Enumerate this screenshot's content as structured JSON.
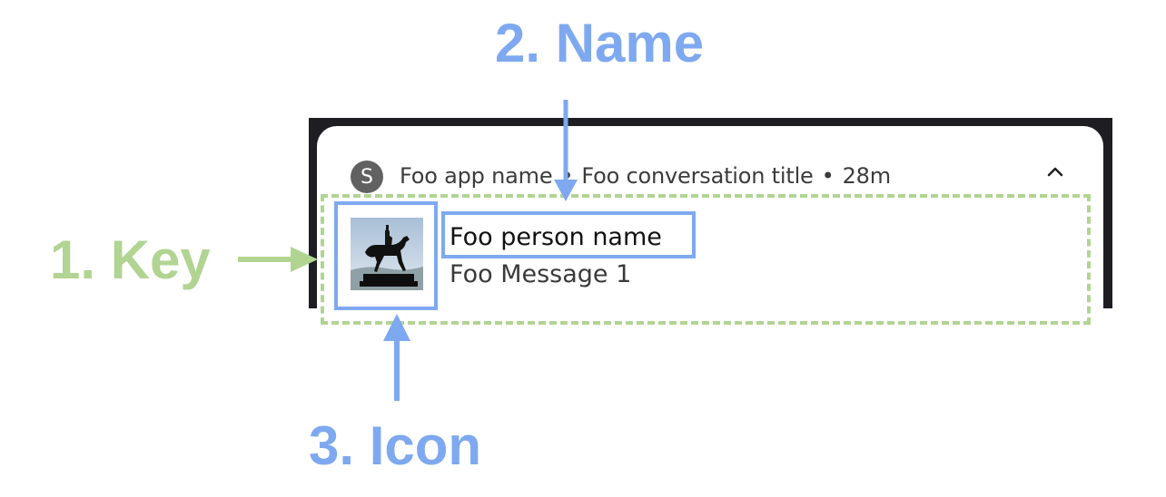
{
  "annotations": {
    "name_label": "2. Name",
    "key_label": "1. Key",
    "icon_label": "3. Icon"
  },
  "notification": {
    "app_icon_letter": "S",
    "app_name": "Foo app name",
    "conversation_title": "Foo conversation title",
    "separator": "•",
    "time": "28m",
    "person_name": "Foo person name",
    "message": "Foo Message 1"
  },
  "icons": {
    "expand": "chevron-up-icon",
    "avatar": "equestrian-statue-photo"
  },
  "colors": {
    "name_icon_accent": "#7ea9f0",
    "key_accent": "#b2d492",
    "device_frame": "#1e1e22"
  }
}
